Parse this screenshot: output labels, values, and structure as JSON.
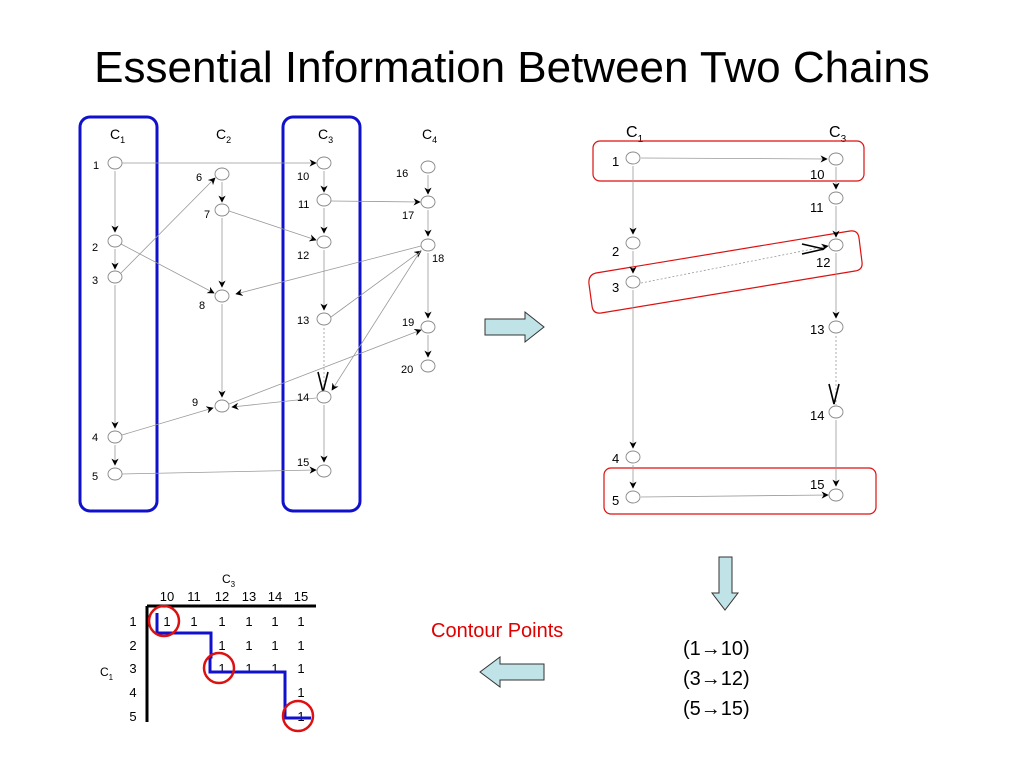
{
  "title": "Essential Information Between Two Chains",
  "colors": {
    "chain_box": "#1111cc",
    "pair_box": "#dd1111",
    "node": "#888888",
    "edge": "#999999",
    "arrow_fill": "#bfe3e6"
  },
  "left_graph": {
    "chains": [
      {
        "name": "C",
        "sub": "1",
        "nodes": [
          "1",
          "2",
          "3",
          "4",
          "5"
        ]
      },
      {
        "name": "C",
        "sub": "2",
        "nodes": [
          "6",
          "7",
          "8",
          "9"
        ]
      },
      {
        "name": "C",
        "sub": "3",
        "nodes": [
          "10",
          "11",
          "12",
          "13",
          "14",
          "15"
        ]
      },
      {
        "name": "C",
        "sub": "4",
        "nodes": [
          "16",
          "17",
          "18",
          "19",
          "20"
        ]
      }
    ],
    "highlighted_chains": [
      "C1",
      "C3"
    ]
  },
  "right_graph": {
    "chains": [
      {
        "name": "C",
        "sub": "1",
        "nodes": [
          "1",
          "2",
          "3",
          "4",
          "5"
        ]
      },
      {
        "name": "C",
        "sub": "3",
        "nodes": [
          "10",
          "11",
          "12",
          "13",
          "14",
          "15"
        ]
      }
    ],
    "pairs": [
      [
        "1",
        "10"
      ],
      [
        "3",
        "12"
      ],
      [
        "5",
        "15"
      ]
    ]
  },
  "matrix": {
    "col_chain": {
      "name": "C",
      "sub": "3"
    },
    "row_chain": {
      "name": "C",
      "sub": "1"
    },
    "cols": [
      "10",
      "11",
      "12",
      "13",
      "14",
      "15"
    ],
    "rows": [
      "1",
      "2",
      "3",
      "4",
      "5"
    ],
    "cells": [
      [
        "1",
        "1",
        "1",
        "1",
        "1",
        "1"
      ],
      [
        "",
        "",
        "1",
        "1",
        "1",
        "1"
      ],
      [
        "",
        "",
        "1",
        "1",
        "1",
        "1"
      ],
      [
        "",
        "",
        "",
        "",
        "",
        "1"
      ],
      [
        "",
        "",
        "",
        "",
        "",
        "1"
      ]
    ],
    "circled": [
      [
        0,
        0
      ],
      [
        2,
        2
      ],
      [
        4,
        5
      ]
    ]
  },
  "contour_label": "Contour Points",
  "pairs_text": [
    {
      "from": "(1",
      "to": "10)"
    },
    {
      "from": "(3",
      "to": "12)"
    },
    {
      "from": "(5",
      "to": "15)"
    }
  ],
  "arrow_glyph": "→"
}
